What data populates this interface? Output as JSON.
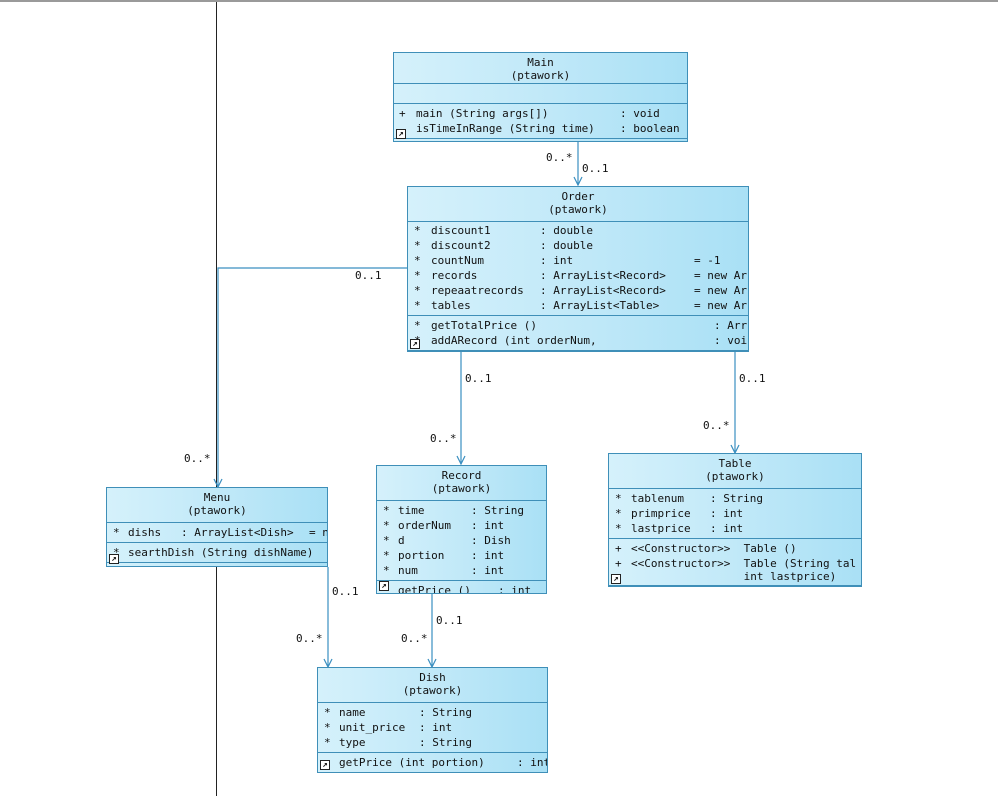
{
  "classes": {
    "main": {
      "name": "Main",
      "package": "(ptawork)",
      "methods": [
        {
          "vis": "+",
          "name": "main (String args[])",
          "type": ": void"
        },
        {
          "vis": "",
          "name": "isTimeInRange (String time)",
          "type": ": boolean"
        }
      ]
    },
    "order": {
      "name": "Order",
      "package": "(ptawork)",
      "attributes": [
        {
          "vis": "*",
          "name": "discount1",
          "type": ": double",
          "init": ""
        },
        {
          "vis": "*",
          "name": "discount2",
          "type": ": double",
          "init": ""
        },
        {
          "vis": "*",
          "name": "countNum",
          "type": ": int",
          "init": "= -1"
        },
        {
          "vis": "*",
          "name": "records",
          "type": ": ArrayList<Record>",
          "init": "= new Arr"
        },
        {
          "vis": "*",
          "name": "repeaatrecords",
          "type": ": ArrayList<Record>",
          "init": "= new Arr"
        },
        {
          "vis": "*",
          "name": "tables",
          "type": ": ArrayList<Table>",
          "init": "= new Arr"
        }
      ],
      "methods": [
        {
          "vis": "*",
          "name": "getTotalPrice ()",
          "type": ": Arr"
        },
        {
          "vis": "*",
          "name": "addARecord (int orderNum,",
          "type": ": voi"
        }
      ]
    },
    "menu": {
      "name": "Menu",
      "package": "(ptawork)",
      "attributes": [
        {
          "vis": "*",
          "name": "dishs",
          "type": ": ArrayList<Dish>",
          "init": "= n"
        }
      ],
      "methods": [
        {
          "vis": "*",
          "name": "searthDish (String dishName)",
          "type": ""
        }
      ]
    },
    "record": {
      "name": "Record",
      "package": "(ptawork)",
      "attributes": [
        {
          "vis": "*",
          "name": "time",
          "type": ": String"
        },
        {
          "vis": "*",
          "name": "orderNum",
          "type": ": int"
        },
        {
          "vis": "*",
          "name": "d",
          "type": ": Dish"
        },
        {
          "vis": "*",
          "name": "portion",
          "type": ": int"
        },
        {
          "vis": "*",
          "name": "num",
          "type": ": int"
        }
      ],
      "methods": [
        {
          "vis": "",
          "name": "getPrice ()",
          "type": ": int"
        }
      ]
    },
    "table": {
      "name": "Table",
      "package": "(ptawork)",
      "attributes": [
        {
          "vis": "*",
          "name": "tablenum",
          "type": ": String"
        },
        {
          "vis": "*",
          "name": "primprice",
          "type": ": int"
        },
        {
          "vis": "*",
          "name": "lastprice",
          "type": ": int"
        }
      ],
      "methods": [
        {
          "vis": "+",
          "name": "<<Constructor>>  Table ()",
          "type": ""
        },
        {
          "vis": "+",
          "name": "<<Constructor>>  Table (String tal",
          "type": ""
        },
        {
          "vis": "",
          "name": "                 int lastprice)",
          "type": ""
        }
      ]
    },
    "dish": {
      "name": "Dish",
      "package": "(ptawork)",
      "attributes": [
        {
          "vis": "*",
          "name": "name",
          "type": ": String"
        },
        {
          "vis": "*",
          "name": "unit_price",
          "type": ": int"
        },
        {
          "vis": "*",
          "name": "type",
          "type": ": String"
        }
      ],
      "methods": [
        {
          "vis": "",
          "name": "getPrice (int portion)",
          "type": ": int"
        }
      ]
    }
  },
  "multiplicities": {
    "main_order_src": "0..*",
    "main_order_dst": "0..1",
    "order_menu_src": "0..1",
    "order_menu_dst": "0..*",
    "order_record_src": "0..1",
    "order_record_dst": "0..*",
    "order_table_src": "0..1",
    "order_table_dst": "0..*",
    "menu_dish_src": "0..1",
    "menu_dish_dst": "0..*",
    "record_dish_src": "0..1",
    "record_dish_dst": "0..*"
  },
  "colors": {
    "border": "#3f8fb8",
    "fill_light": "#d5f1fb",
    "fill_dark": "#a9e0f5",
    "wire": "#3a8fc0"
  }
}
